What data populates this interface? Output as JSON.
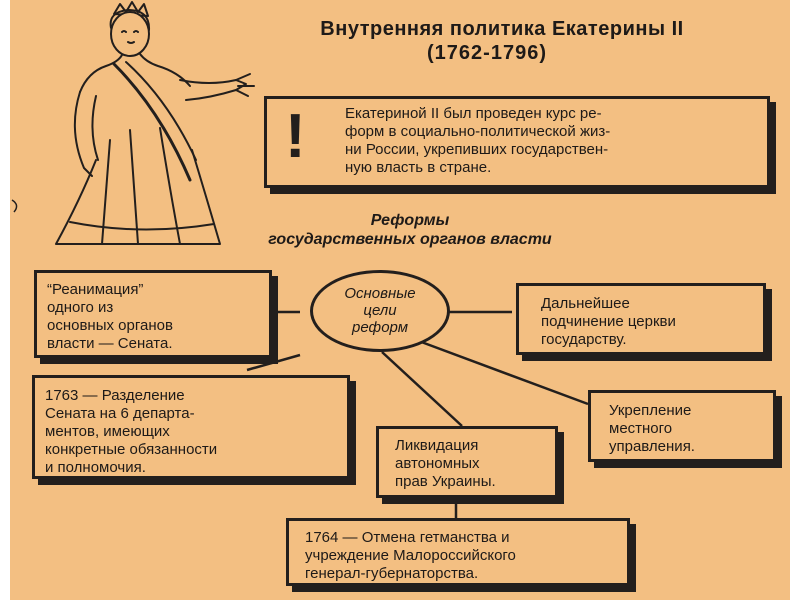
{
  "header": {
    "title": "Внутренняя политика Екатерины II",
    "years": "(1762-1796)"
  },
  "intro": {
    "mark": "!",
    "text": "Екатериной II был проведен курс ре-\nформ в социально-политической жиз-\nни России, укрепивших государствен-\nную власть в стране."
  },
  "subheading": {
    "line1": "Реформы",
    "line2": "государственных органов власти"
  },
  "center": {
    "label": "Основные\nцели\nреформ"
  },
  "goals": {
    "senate": "“Реанимация”\nодного из\nосновных органов\nвласти — Сената.",
    "church": "Дальнейшее\nподчинение церкви\nгосударству.",
    "local": "Укрепление\nместного\nуправления.",
    "ukraine": "Ликвидация\nавтономных\nправ Украины."
  },
  "details": {
    "senate_1763": "1763 — Разделение\nСената на 6 департа-\nментов, имеющих\nконкретные обязанности\nи полномочия.",
    "hetman_1764": "1764 — Отмена гетманства и\nучреждение Малороссийского\nгенерал-губернаторства."
  },
  "colors": {
    "background": "#f3bf82",
    "ink": "#231f1d"
  },
  "icons": {
    "portrait": "catherine-ii-sketch"
  }
}
